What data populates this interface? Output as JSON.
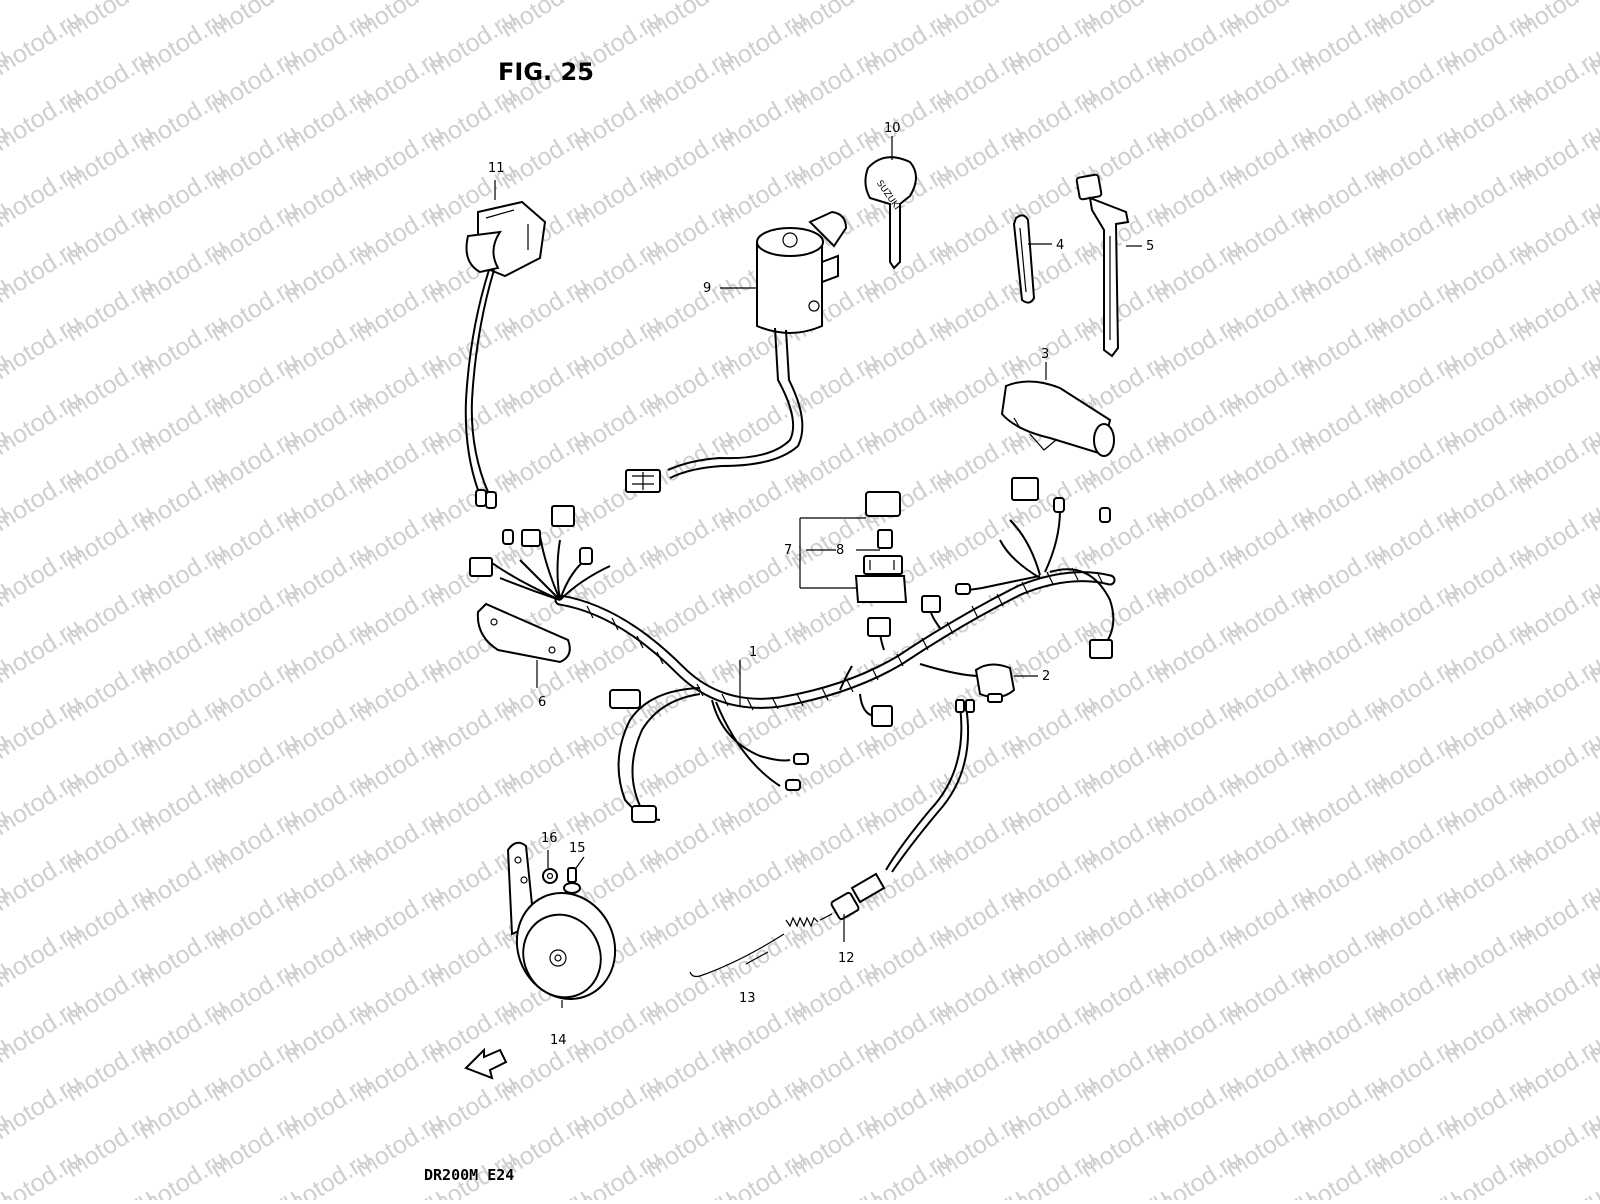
{
  "figure_title": "FIG. 25",
  "model_code": "DR200M E24",
  "watermark_text": "motod.ru",
  "direction_marker": "FWD",
  "part_callouts": [
    "1",
    "2",
    "3",
    "4",
    "5",
    "6",
    "7",
    "8",
    "9",
    "10",
    "11",
    "12",
    "13",
    "14",
    "15",
    "16"
  ],
  "key_brand": "SUZUKI",
  "colors": {
    "ink": "#000000",
    "watermark": "#cfcfcf",
    "background": "#ffffff"
  }
}
